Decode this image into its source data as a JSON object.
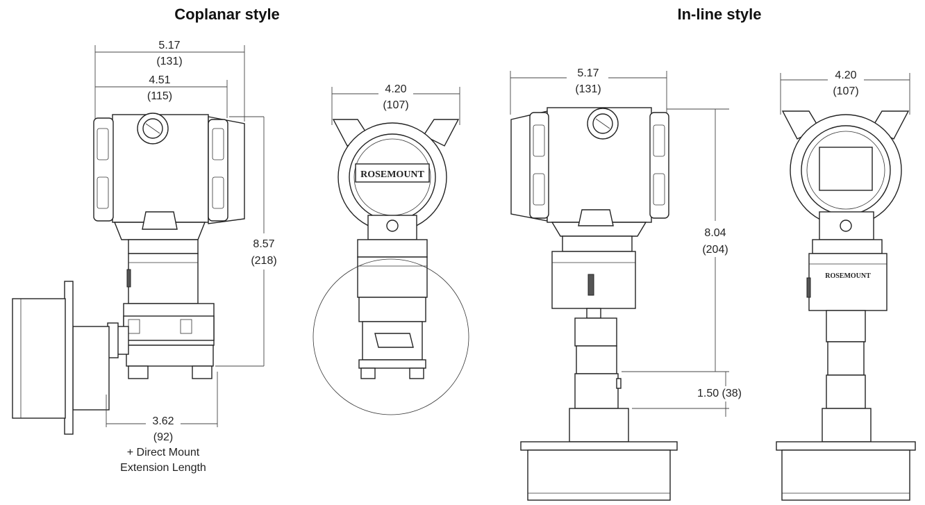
{
  "headings": {
    "coplanar": "Coplanar style",
    "inline": "In-line style"
  },
  "coplanar": {
    "overall_width": "5.17",
    "overall_width_mm": "(131)",
    "housing_width": "4.51",
    "housing_width_mm": "(115)",
    "front_width": "4.20",
    "front_width_mm": "(107)",
    "height": "8.57",
    "height_mm": "(218)",
    "mount_width": "3.62",
    "mount_width_mm": "(92)",
    "mount_note_1": "+ Direct Mount",
    "mount_note_2": "Extension Length"
  },
  "inline": {
    "overall_width": "5.17",
    "overall_width_mm": "(131)",
    "front_width": "4.20",
    "front_width_mm": "(107)",
    "height": "8.04",
    "height_mm": "(204)",
    "offset": "1.50 (38)"
  },
  "logo_text": "ROSEMOUNT"
}
